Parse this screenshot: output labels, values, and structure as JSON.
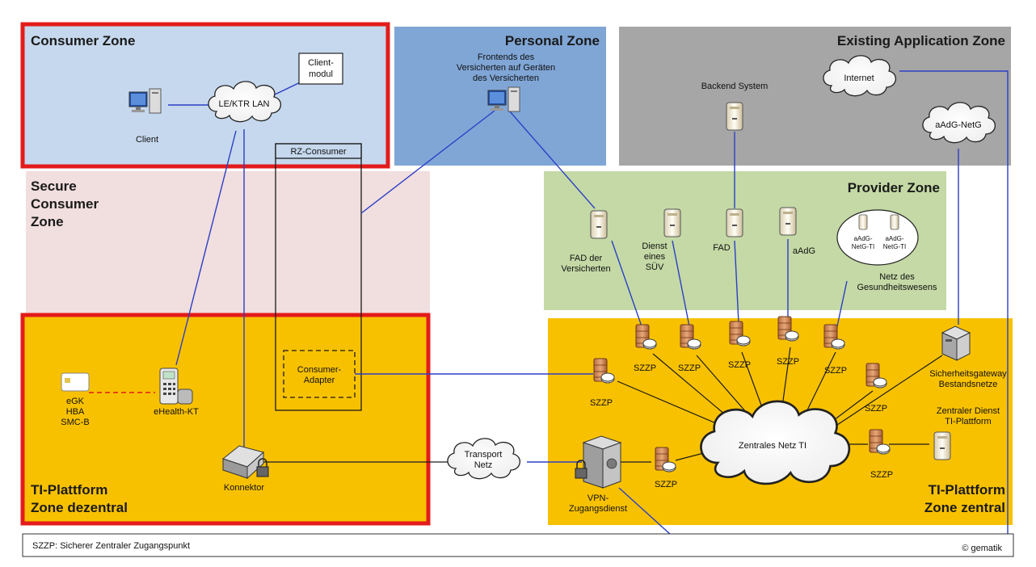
{
  "zones": {
    "consumer": "Consumer Zone",
    "personal": "Personal Zone",
    "existing": "Existing Application Zone",
    "secure_consumer": [
      "Secure",
      "Consumer",
      "Zone"
    ],
    "provider": "Provider Zone",
    "dezentral": [
      "TI-Plattform",
      "Zone dezentral"
    ],
    "zentral": [
      "TI-Plattform",
      "Zone zentral"
    ]
  },
  "nodes": {
    "client": "Client",
    "clientmodul": [
      "Client-",
      "modul"
    ],
    "lan": "LE/KTR LAN",
    "rz_consumer": "RZ-Consumer",
    "frontends": [
      "Frontends des",
      "Versicherten auf Geräten",
      "des Versicherten"
    ],
    "backend": "Backend System",
    "internet": "Internet",
    "aadg_netg": "aAdG-NetG",
    "fad_vers": [
      "FAD der",
      "Versicherten"
    ],
    "dienst": [
      "Dienst",
      "eines",
      "SÜV"
    ],
    "fad": "FAD",
    "aadg": "aAdG",
    "aadg_netg_ti": [
      "aAdG-",
      "NetG-TI"
    ],
    "netz_gw": [
      "Netz des",
      "Gesundheitswesens"
    ],
    "consumer_adapter": [
      "Consumer-",
      "Adapter"
    ],
    "cards": [
      "eGK",
      "HBA",
      "SMC-B"
    ],
    "ehealth_kt": "eHealth-KT",
    "konnektor": "Konnektor",
    "transport": [
      "Transport",
      "Netz"
    ],
    "vpn": [
      "VPN-",
      "Zugangsdienst"
    ],
    "szzp": "SZZP",
    "zentrales": "Zentrales Netz TI",
    "sgw": [
      "Sicherheitsgateway",
      "Bestandsnetze"
    ],
    "zdienst": [
      "Zentraler Dienst",
      "TI-Plattform"
    ]
  },
  "footer": {
    "legend": "SZZP: Sicherer Zentraler Zugangspunkt",
    "copyright": "© gematik"
  },
  "colors": {
    "consumer_bg": "#c6d8ed",
    "personal_bg": "#80a6d6",
    "existing_bg": "#a6a6a6",
    "secure_bg": "#f1dede",
    "provider_bg": "#c4d9a5",
    "ti_bg": "#f8c100",
    "highlight": "#e31b1b",
    "link": "#2b3fc6"
  }
}
